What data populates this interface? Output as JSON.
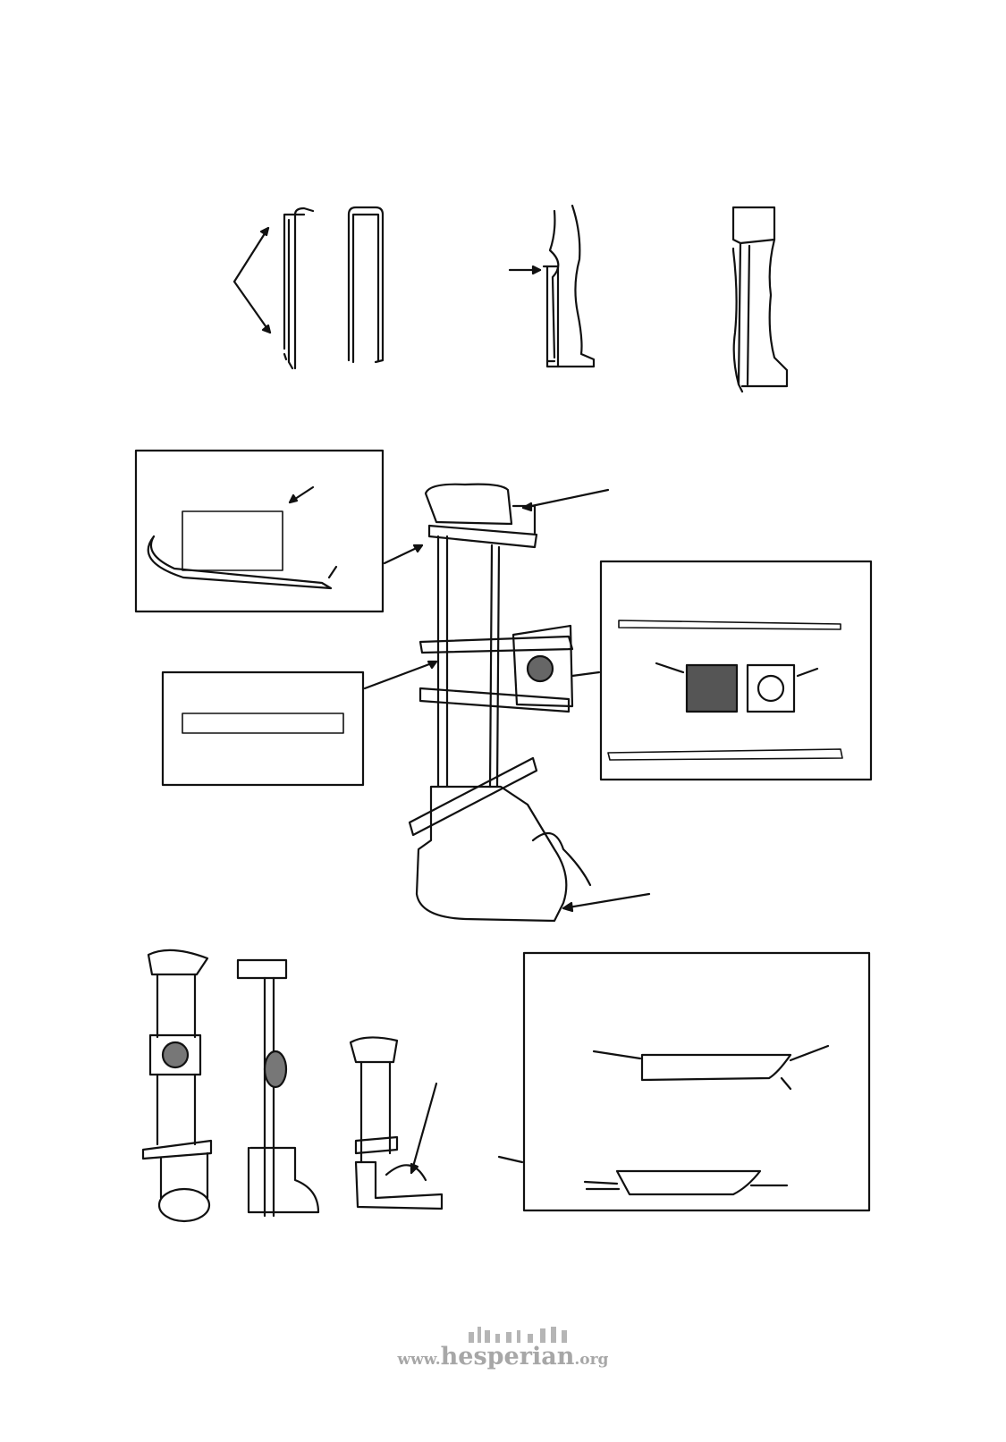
{
  "footer": {
    "prefix": "www.",
    "name": "hesperian",
    "suffix": ".org"
  }
}
